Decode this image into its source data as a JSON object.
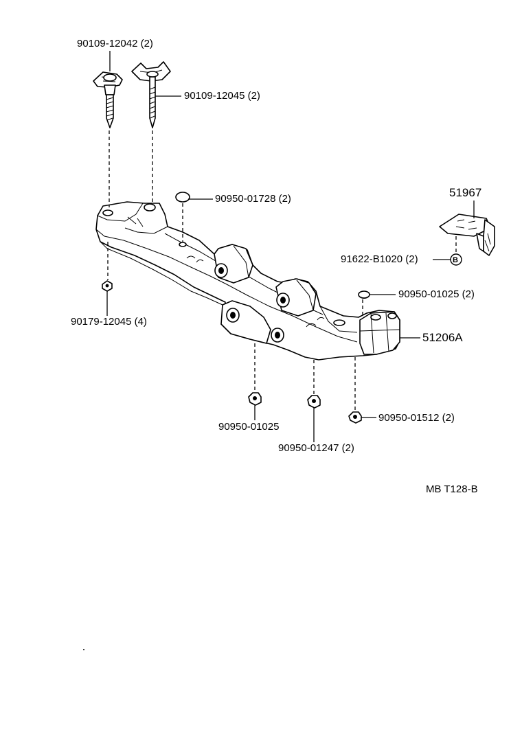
{
  "callouts": [
    {
      "id": "bolt_a",
      "text": "90109-12042 (2)"
    },
    {
      "id": "bolt_b",
      "text": "90109-12045 (2)"
    },
    {
      "id": "plug_a",
      "text": "90950-01728 (2)"
    },
    {
      "id": "bracket",
      "text": "51967"
    },
    {
      "id": "clip",
      "text": "91622-B1020 (2)"
    },
    {
      "id": "nut_left",
      "text": "90179-12045 (4)"
    },
    {
      "id": "plug_b",
      "text": "90950-01025 (2)"
    },
    {
      "id": "member",
      "text": "51206A"
    },
    {
      "id": "grommet_a",
      "text": "90950-01025"
    },
    {
      "id": "grommet_b",
      "text": "90950-01247 (2)"
    },
    {
      "id": "grommet_c",
      "text": "90950-01512 (2)"
    }
  ],
  "clip_marker": "B",
  "figure_code": "MB T128-B"
}
